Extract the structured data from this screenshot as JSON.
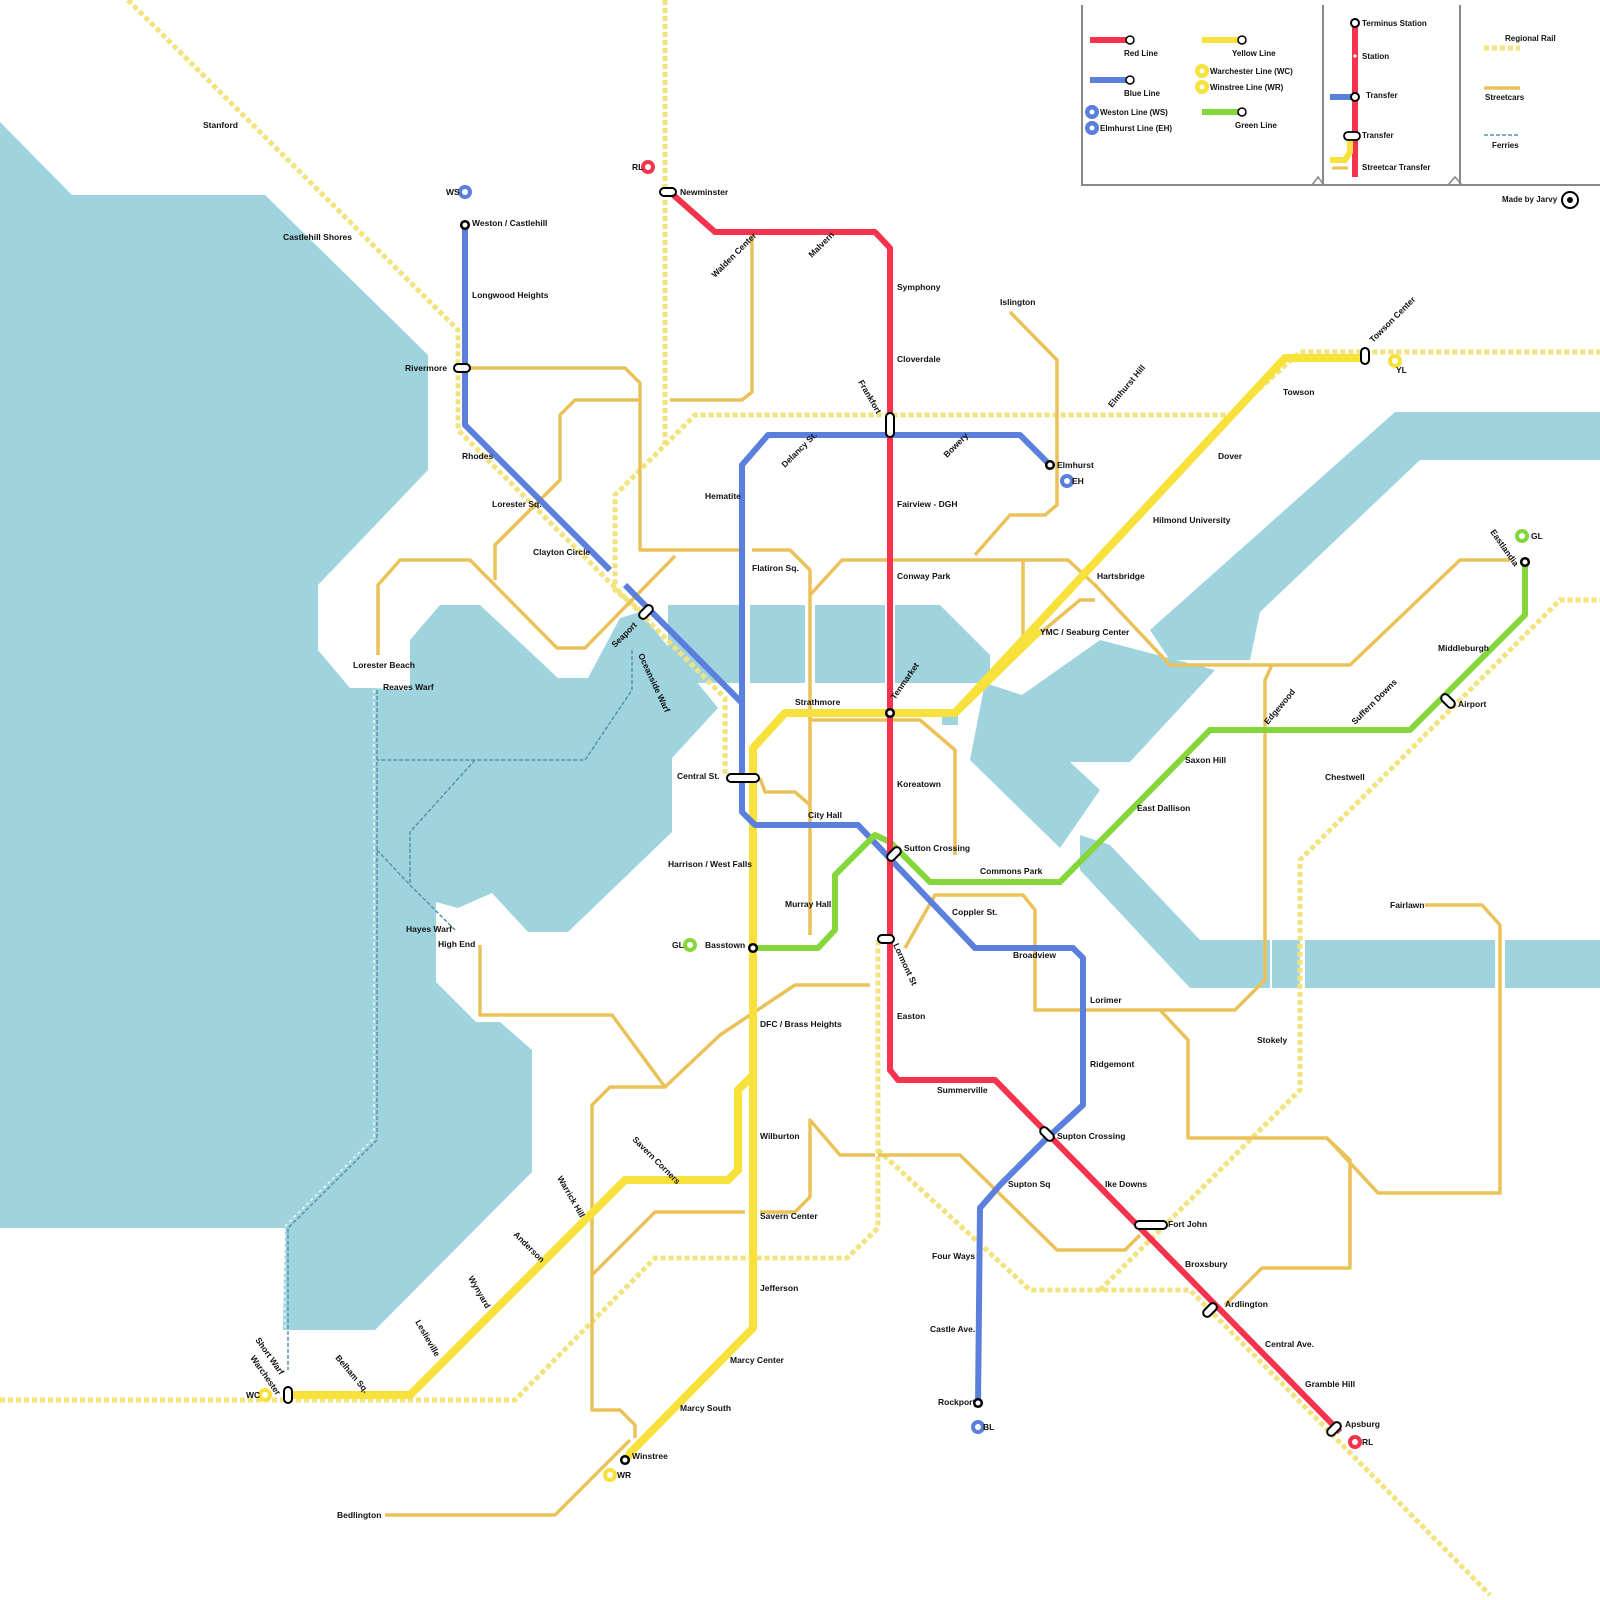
{
  "colors": {
    "water": "#9fd3de",
    "red": "#f5334d",
    "blue": "#5b7fdc",
    "yellow": "#f7e13a",
    "green": "#85d63a",
    "streetcar": "#ebc25a",
    "rail": "#f3e37d",
    "ferry": "#5a93a8",
    "frame": "#888888"
  },
  "legend": {
    "red_line": "Red Line",
    "blue_line": "Blue Line",
    "weston_line": "Weston Line (WS)",
    "elmhurst_line": "Elmhurst Line  (EH)",
    "yellow_line": "Yellow Line",
    "warchester_line": "Warchester Line (WC)",
    "winstree_line": "Winstree Line (WR)",
    "green_line": "Green Line",
    "terminus_station": "Terminus Station",
    "station": "Station",
    "transfer_1": "Transfer",
    "transfer_2": "Transfer",
    "streetcar_transfer": "Streetcar Transfer",
    "regional_rail": "Regional Rail",
    "streetcars": "Streetcars",
    "ferries": "Ferries",
    "made_by": "Made by Jarvy"
  },
  "badges": {
    "rl_north": "RL",
    "rl_south": "RL",
    "ws": "WS",
    "eh": "EH",
    "bl": "BL",
    "yl": "YL",
    "gl_east": "GL",
    "gl_west": "GL",
    "wc": "WC",
    "wr": "WR"
  },
  "stations": {
    "stanford": "Stanford",
    "castlehill_shores": "Castlehill Shores",
    "weston": "Weston / Castlehill",
    "longwood": "Longwood Heights",
    "rivermore": "Rivermore",
    "rhodes": "Rhodes",
    "lorester_sq": "Lorester Sq.",
    "clayton": "Clayton Circle",
    "seaport": "Seaport",
    "oceanside": "Oceanside Warf",
    "lorester_beach": "Lorester Beach",
    "reaves": "Reaves Warf",
    "hayes": "Hayes Warf",
    "high_end": "High End",
    "short_warf": "Short Warf",
    "warchester": "Warchester",
    "newminster": "Newminster",
    "walden": "Walden Center",
    "malvern": "Malvern",
    "symphony": "Symphony",
    "cloverdale": "Cloverdale",
    "frankfort": "Frankfort",
    "islington": "Islington",
    "elmhurst_hill": "Elmhurst Hill",
    "towson_center": "Towson Center",
    "towson": "Towson",
    "dover": "Dover",
    "hilmond": "Hilmond University",
    "delancy": "Delancy St.",
    "bowery": "Bowery",
    "elmhurst": "Elmhurst",
    "hematite": "Hematite",
    "fairview": "Fairview - DGH",
    "flatiron": "Flatiron Sq.",
    "conway": "Conway Park",
    "hartsbridge": "Hartsbridge",
    "ymc": "YMC / Seaburg Center",
    "eastlandia": "Eastlandia",
    "middleburgh": "Middleburgh",
    "airport": "Airport",
    "suffern": "Suffern Downs",
    "edgewood": "Edgewood",
    "saxon": "Saxon Hill",
    "east_dallison": "East Dallison",
    "chestwell": "Chestwell",
    "strathmore": "Strathmore",
    "tenmarket": "Tenmarket",
    "central": "Central St.",
    "koreatown": "Koreatown",
    "city_hall": "City Hall",
    "sutton": "Sutton Crossing",
    "commons": "Commons Park",
    "harrison": "Harrison / West Falls",
    "murray": "Murray Hall",
    "coppler": "Coppler St.",
    "basstown": "Basstown",
    "lormont": "Lormont St",
    "broadview": "Broadview",
    "fairlawn": "Fairlawn",
    "lorimer": "Lorimer",
    "easton": "Easton",
    "dfc": "DFC / Brass Heights",
    "stokely": "Stokely",
    "ridgemont": "Ridgemont",
    "summerville": "Summerville",
    "savern_corners": "Savern Corners",
    "wilburton": "Wilburton",
    "supton": "Supton Crossing",
    "warrick": "Warrick Hill",
    "supton_sq": "Supton Sq",
    "ike": "Ike Downs",
    "savern_center": "Savern Center",
    "fort_john": "Fort John",
    "anderson": "Anderson",
    "four_ways": "Four Ways",
    "broxsbury": "Broxsbury",
    "jefferson": "Jefferson",
    "wynyard": "Wynyard",
    "ardlington": "Ardlington",
    "castle": "Castle Ave.",
    "central_ave": "Central Ave.",
    "leslieville": "Leslieville",
    "marcy_center": "Marcy Center",
    "belham": "Belham Sq.",
    "gramble": "Gramble Hill",
    "rockport": "Rockport",
    "marcy_south": "Marcy South",
    "apsburg": "Apsburg",
    "winstree": "Winstree",
    "bedlington": "Bedlington"
  }
}
